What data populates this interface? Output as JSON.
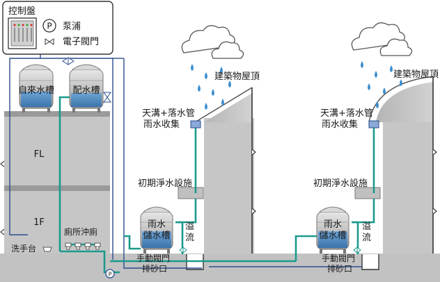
{
  "legend": {
    "title": "控制盤",
    "pump_symbol": "P",
    "pump_label": "泵浦",
    "valve_label": "電子閥門"
  },
  "building": {
    "tap_tank": "自來水槽",
    "supply_tank": "配水槽",
    "floor_upper": "FL",
    "floor_lower": "1F",
    "washbasin": "洗手台",
    "toilet": "廁所沖廁",
    "pump_symbol": "P"
  },
  "system_left": {
    "roof": "建築物屋頂",
    "gutter_line1": "天溝+落水管",
    "gutter_line2": "雨水收集",
    "filter": "初期淨水設施",
    "tank_line1": "雨水",
    "tank_line2": "儲水槽",
    "overflow_line1": "溢",
    "overflow_line2": "流",
    "valve_line1": "手動閥門",
    "valve_line2": "排砂口"
  },
  "system_right": {
    "roof": "建築物屋頂",
    "gutter_line1": "天溝+落水管",
    "gutter_line2": "雨水收集",
    "filter": "初期淨水設施",
    "tank_line1": "雨水",
    "tank_line2": "儲水槽",
    "overflow_line1": "溢",
    "overflow_line2": "流",
    "valve_line1": "手動閥門",
    "valve_line2": "排砂口"
  },
  "colors": {
    "rain_pipe": "#1a9a8c",
    "control_wire": "#2a4c8c",
    "building": "#c6c6c6",
    "ground": "#c2c2c2",
    "water": "#4a8fcc",
    "drop": "#3d8fd0",
    "cloud_stroke": "#555555"
  }
}
